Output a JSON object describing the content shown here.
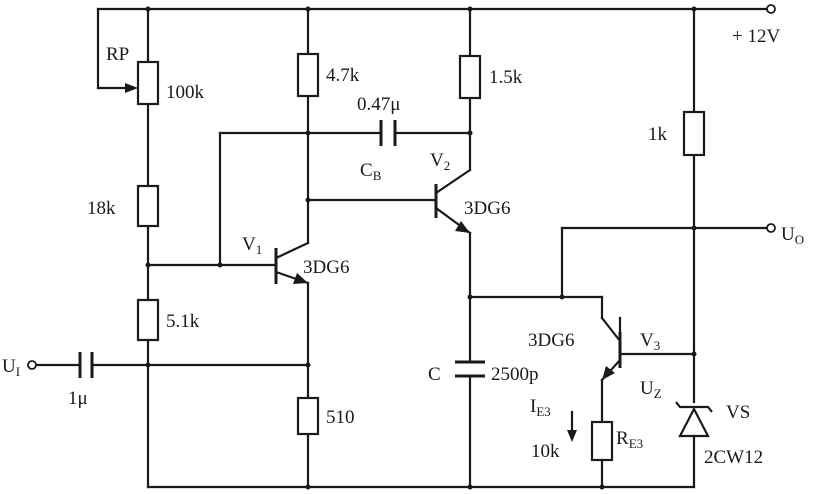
{
  "supply": {
    "label": "+ 12V"
  },
  "input": {
    "main": "U",
    "sub": "I"
  },
  "output": {
    "main": "U",
    "sub": "O"
  },
  "potentiometer": {
    "name": "RP",
    "value": "100k"
  },
  "resistors": {
    "r18k": "18k",
    "r5_1k": "5.1k",
    "r4_7k": "4.7k",
    "r510": "510",
    "r1_5k": "1.5k",
    "r1k": "1k",
    "re3": {
      "value": "10k",
      "name_main": "R",
      "name_sub": "E3"
    }
  },
  "capacitors": {
    "c_in": "1μ",
    "cb": {
      "value": "0.47μ",
      "name_main": "C",
      "name_sub": "B"
    },
    "c": {
      "name": "C",
      "value": "2500p"
    }
  },
  "transistors": {
    "v1": {
      "name_main": "V",
      "name_sub": "1",
      "type": "3DG6"
    },
    "v2": {
      "name_main": "V",
      "name_sub": "2",
      "type": "3DG6"
    },
    "v3": {
      "name_main": "V",
      "name_sub": "3",
      "type": "3DG6"
    }
  },
  "zener": {
    "name": "VS",
    "type": "2CW12",
    "voltage_main": "U",
    "voltage_sub": "Z"
  },
  "current": {
    "main": "I",
    "sub": "E3"
  }
}
